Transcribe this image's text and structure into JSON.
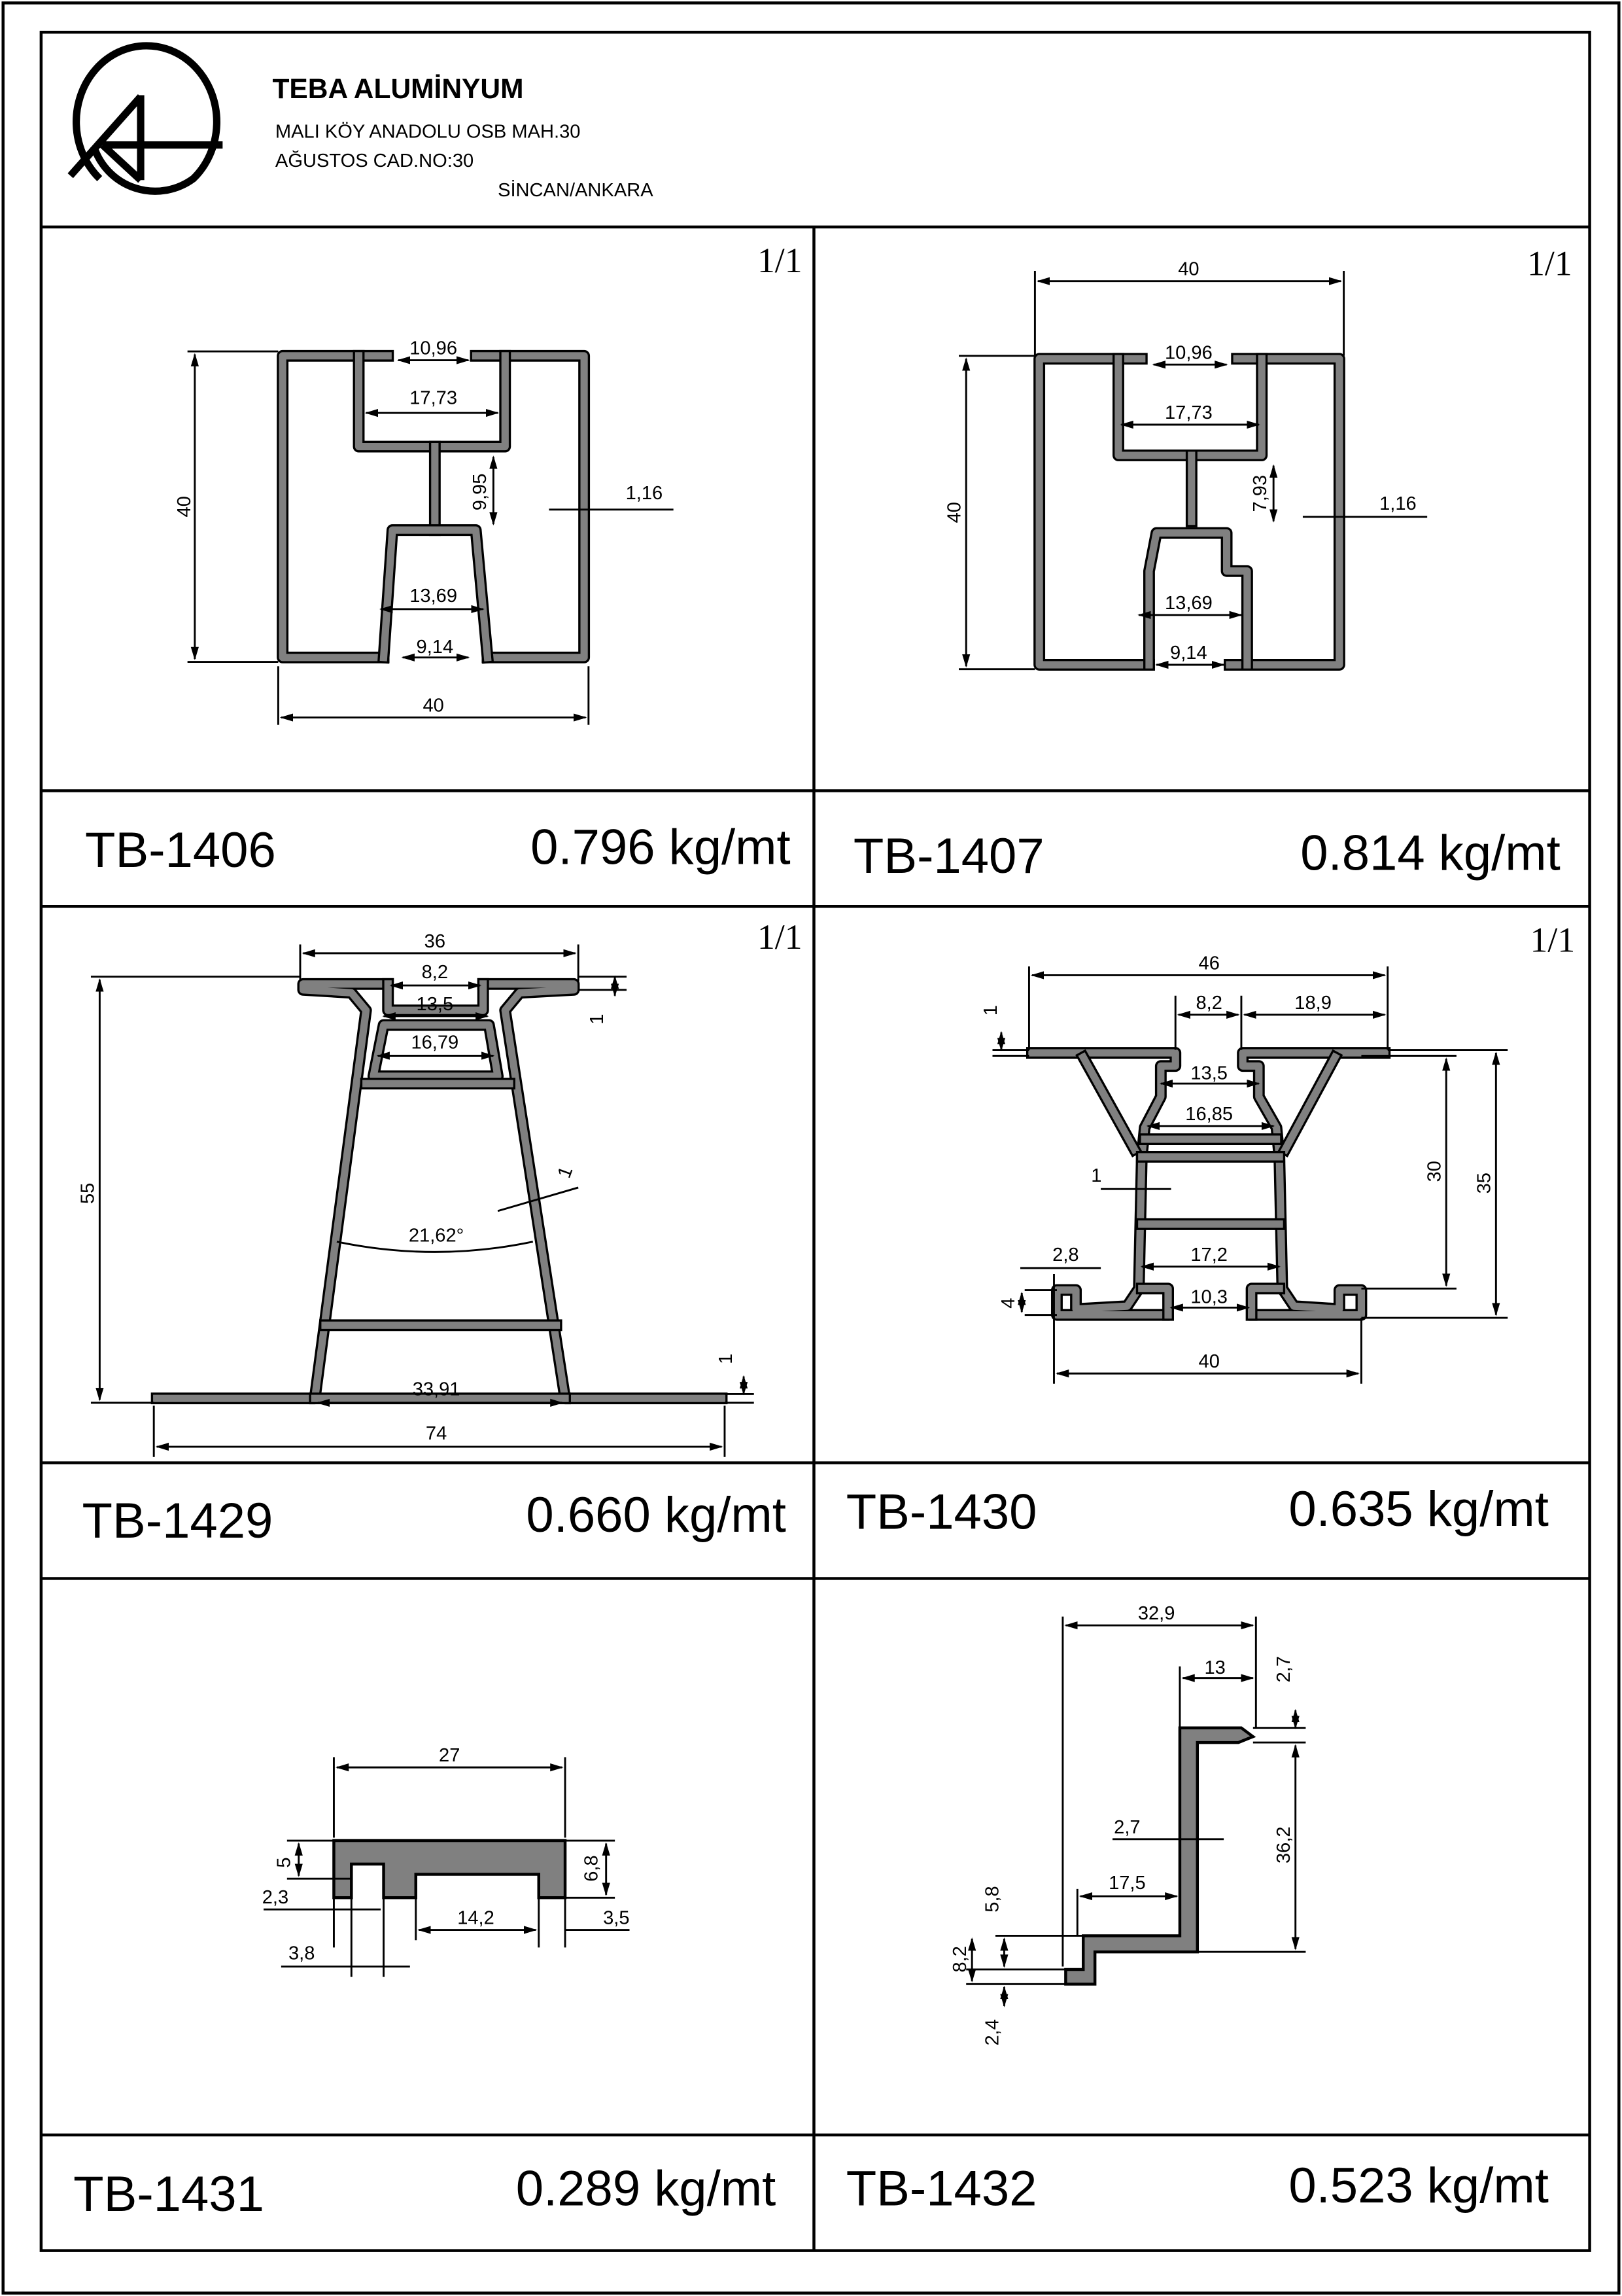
{
  "header": {
    "company": "TEBA ALUMİNYUM",
    "address_lines": [
      "MALI KÖY ANADOLU OSB MAH.30",
      "AĞUSTOS CAD.NO:30",
      "SİNCAN/ANKARA"
    ],
    "logo": "teba-logo"
  },
  "profiles": [
    {
      "code": "TB-1406",
      "weight": "0.796 kg/mt",
      "scale": "1/1",
      "dims": [
        "40",
        "40",
        "10,96",
        "17,73",
        "9,95",
        "1,16",
        "13,69",
        "9,14"
      ]
    },
    {
      "code": "TB-1407",
      "weight": "0.814 kg/mt",
      "scale": "1/1",
      "dims": [
        "40",
        "40",
        "10,96",
        "17,73",
        "7,93",
        "1,16",
        "13,69",
        "9,14"
      ]
    },
    {
      "code": "TB-1429",
      "weight": "0.660 kg/mt",
      "scale": "1/1",
      "dims": [
        "36",
        "8,2",
        "13,5",
        "16,79",
        "55",
        "1",
        "1",
        "21,62°",
        "33,91",
        "74",
        "1"
      ]
    },
    {
      "code": "TB-1430",
      "weight": "0.635 kg/mt",
      "scale": "1/1",
      "dims": [
        "46",
        "8,2",
        "18,9",
        "1",
        "13,5",
        "16,85",
        "1",
        "30",
        "35",
        "2,8",
        "17,2",
        "4",
        "10,3",
        "40"
      ]
    },
    {
      "code": "TB-1431",
      "weight": "0.289 kg/mt",
      "dims": [
        "27",
        "5",
        "6,8",
        "2,3",
        "14,2",
        "3,5",
        "3,8"
      ]
    },
    {
      "code": "TB-1432",
      "weight": "0.523 kg/mt",
      "dims": [
        "32,9",
        "13",
        "2,7",
        "2,7",
        "36,2",
        "17,5",
        "5,8",
        "8,2",
        "2,4"
      ]
    }
  ]
}
